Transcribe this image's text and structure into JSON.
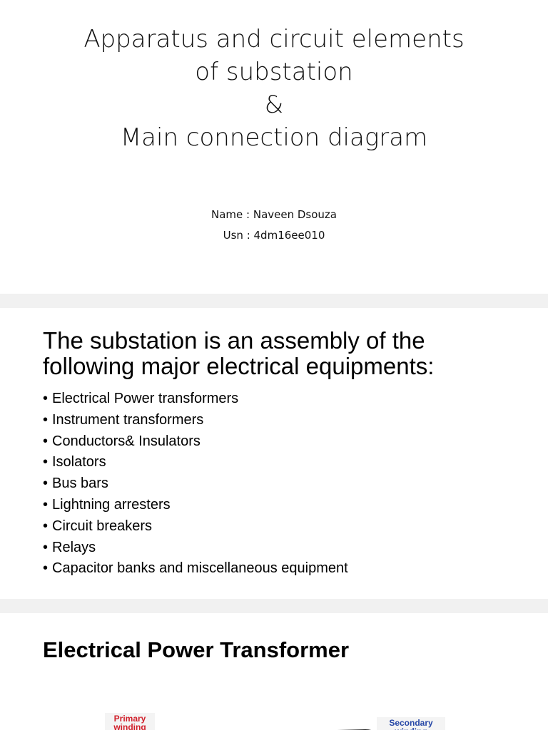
{
  "slide1": {
    "title_lines": [
      "Apparatus and circuit elements",
      "of substation",
      "&",
      "Main connection diagram"
    ],
    "name_line": "Name : Naveen Dsouza",
    "usn_line": "Usn : 4dm16ee010"
  },
  "slide2": {
    "heading_lines": [
      "The substation is an assembly of the",
      "following major electrical equipments:"
    ],
    "bullet_symbol": "•",
    "items": [
      "Electrical Power transformers",
      "Instrument transformers",
      "Conductors& Insulators",
      "Isolators",
      "Bus bars",
      "Lightning arresters",
      "Circuit breakers",
      "Relays",
      "Capacitor banks and miscellaneous equipment"
    ]
  },
  "slide3": {
    "heading": "Electrical Power Transformer",
    "primary_label_lines": [
      "Primary",
      "winding"
    ],
    "secondary_label_lines": [
      "Secondary",
      "winding"
    ],
    "colors": {
      "primary": "#d11f2a",
      "secondary": "#2647a7"
    }
  }
}
